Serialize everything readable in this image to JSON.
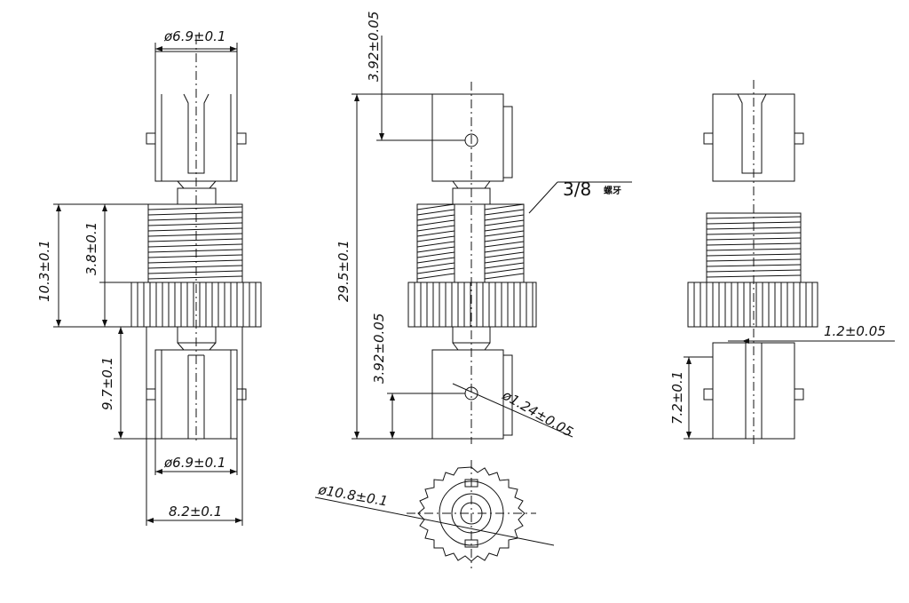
{
  "dimensions": {
    "left_top_diameter": "ø6.9±0.1",
    "left_bottom_diameter": "ø6.9±0.1",
    "left_nut_width": "8.2±0.1",
    "left_total_thread": "10.3±0.1",
    "left_thread_height": "3.8±0.1",
    "left_lower_height": "9.7±0.1",
    "center_top_offset": "3.92±0.05",
    "center_total_length": "29.5±0.1",
    "center_bottom_offset": "3.92±0.05",
    "center_hole_diameter": "ø1.24±0.05",
    "thread_callout_main": "3/8",
    "thread_callout_suffix": "螺牙",
    "bottom_nut_diameter": "ø10.8±0.1",
    "right_slot_width": "1.2±0.05",
    "right_lower_height": "7.2±0.1"
  },
  "colors": {
    "line": "#111111",
    "background": "#ffffff"
  }
}
